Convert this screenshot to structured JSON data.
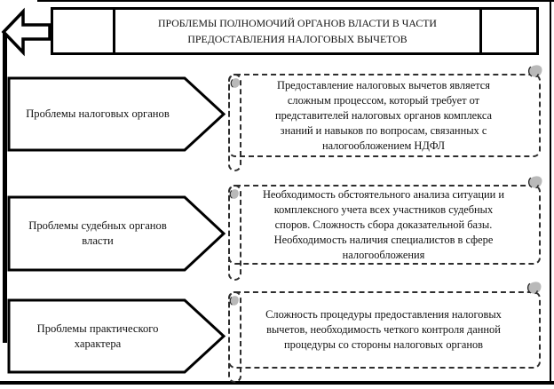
{
  "diagram": {
    "header": {
      "title_lines": [
        "ПРОБЛЕМЫ ПОЛНОМОЧИЙ ОРГАНОВ ВЛАСТИ В ЧАСТИ",
        "ПРЕДОСТАВЛЕНИЯ НАЛОГОВЫХ ВЫЧЕТОВ"
      ]
    },
    "rows": [
      {
        "label": "Проблемы налоговых органов",
        "label_lines": [
          "Проблемы налоговых органов"
        ],
        "description": "Предоставление налоговых вычетов является сложным процессом, который требует от представителей налоговых органов комплекса знаний и навыков по вопросам, связанных с налогообложением НДФЛ",
        "description_lines": [
          "Предоставление налоговых вычетов является",
          "сложным процессом, который требует от",
          "представителей налоговых органов комплекса",
          "знаний и навыков по вопросам, связанных с",
          "налогообложением НДФЛ"
        ]
      },
      {
        "label": "Проблемы судебных органов власти",
        "label_lines": [
          "Проблемы судебных органов",
          "власти"
        ],
        "description": "Необходимость обстоятельного анализа ситуации и комплексного учета всех участников судебных споров. Сложность сбора доказательной базы. Необходимость наличия специалистов в сфере налогообложения",
        "description_lines": [
          "Необходимость обстоятельного анализа ситуации и",
          "комплексного учета всех участников судебных",
          "споров. Сложность сбора доказательной базы.",
          "Необходимость наличия специалистов в сфере",
          "налогообложения"
        ]
      },
      {
        "label": "Проблемы практического характера",
        "label_lines": [
          "Проблемы практического",
          "характера"
        ],
        "description": "Сложность процедуры предоставления налоговых вычетов, необходимость четкого контроля данной процедуры со стороны налоговых органов",
        "description_lines": [
          "Сложность процедуры предоставления налоговых",
          "вычетов, необходимость четкого контроля данной",
          "процедуры со стороны налоговых органов"
        ]
      }
    ],
    "colors": {
      "line": "#000000",
      "background": "#ffffff",
      "scribble_fill": "#b9b9b9"
    }
  }
}
